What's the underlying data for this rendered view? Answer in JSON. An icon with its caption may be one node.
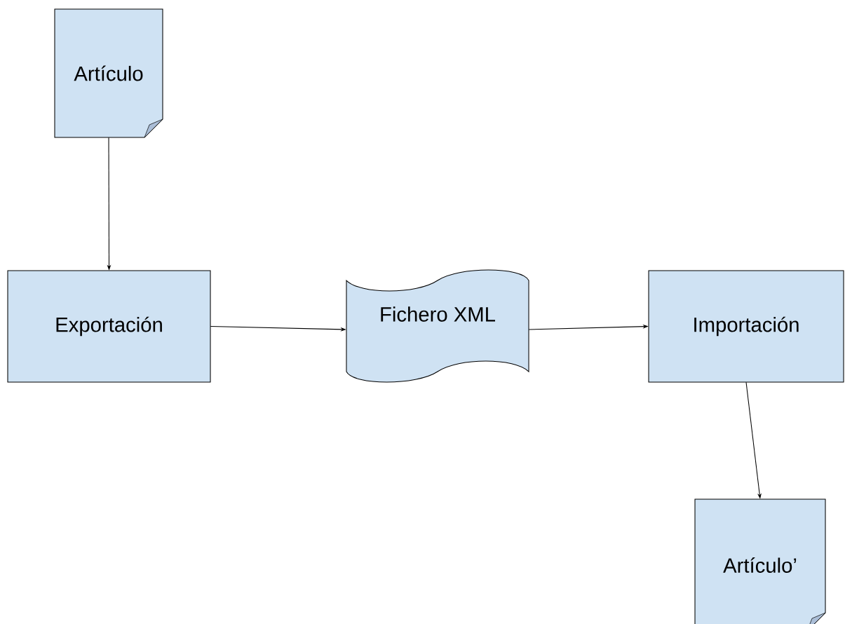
{
  "diagram": {
    "nodes": [
      {
        "text": [
          "Artículo"
        ]
      },
      {
        "text": [
          "Exportación"
        ]
      },
      {
        "text": [
          "Fichero XML"
        ]
      },
      {
        "text": [
          "Importación"
        ]
      },
      {
        "text": [
          "Artículo’"
        ]
      }
    ],
    "edges": [
      {
        "from": 0,
        "to": 1,
        "arrow": "to"
      },
      {
        "from": 1,
        "to": 2,
        "arrow": "to"
      },
      {
        "from": 2,
        "to": 3,
        "arrow": "to"
      },
      {
        "from": 3,
        "to": 4,
        "arrow": "to"
      }
    ]
  }
}
